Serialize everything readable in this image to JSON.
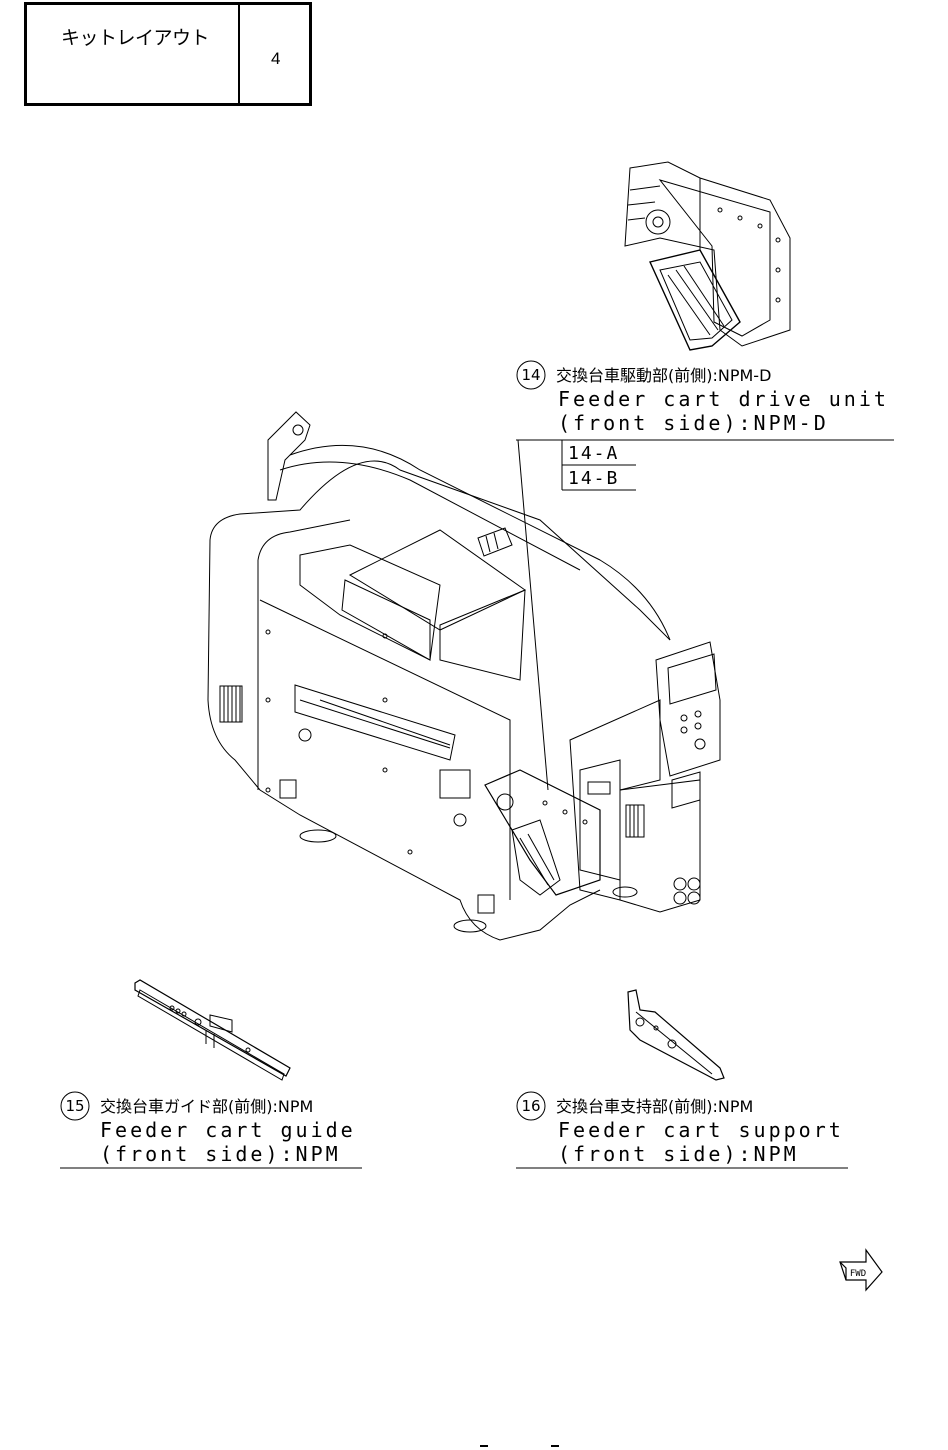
{
  "header": {
    "title": "キットレイアウト",
    "page_number": "4"
  },
  "callouts": [
    {
      "number": "14",
      "jp_label": "交換台車駆動部(前側):NPM-D",
      "en_line1": "Feeder cart drive unit",
      "en_line2": "(front side):NPM-D",
      "sub_items": [
        "14-A",
        "14-B"
      ]
    },
    {
      "number": "15",
      "jp_label": "交換台車ガイド部(前側):NPM",
      "en_line1": "Feeder cart guide",
      "en_line2": "(front side):NPM"
    },
    {
      "number": "16",
      "jp_label": "交換台車支持部(前側):NPM",
      "en_line1": "Feeder cart support",
      "en_line2": "(front side):NPM"
    }
  ],
  "fwd_marker": "FWD",
  "icons": [
    "fwd-arrow-icon"
  ]
}
